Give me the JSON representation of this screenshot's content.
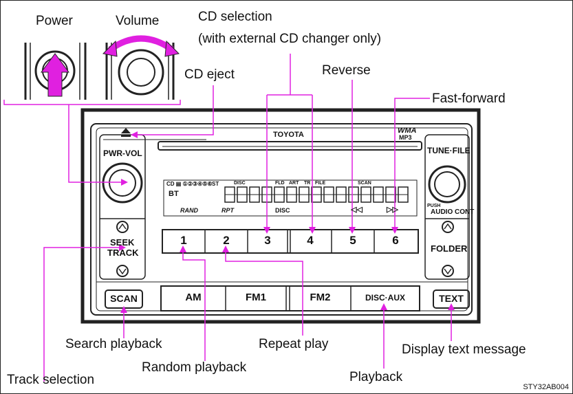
{
  "callouts": {
    "power": "Power",
    "volume": "Volume",
    "cd_selection": "CD selection",
    "cd_selection_note": "(with external CD changer only)",
    "cd_eject": "CD eject",
    "reverse": "Reverse",
    "fast_forward": "Fast-forward",
    "search_playback": "Search playback",
    "random_playback": "Random playback",
    "repeat_play": "Repeat play",
    "display_text_message": "Display text message",
    "track_selection": "Track selection",
    "playback": "Playback"
  },
  "unit": {
    "brand": "TOYOTA",
    "wma": "WMA",
    "mp3": "MP3",
    "pwr_vol": "PWR-VOL",
    "tune_file": "TUNE·FILE",
    "push": "PUSH",
    "audio_cont": "AUDIO CONT",
    "seek": "SEEK",
    "track": "TRACK",
    "folder": "FOLDER",
    "presets": [
      "1",
      "2",
      "3",
      "4",
      "5",
      "6"
    ],
    "bottom_buttons": [
      "AM",
      "FM1",
      "FM2",
      "DISC·AUX"
    ],
    "scan": "SCAN",
    "text": "TEXT",
    "display": {
      "cd_indicators": "CD ▤ ①②③④⑤⑥",
      "bt": "BT",
      "st": "ST",
      "disc": "DISC",
      "fld": "FLD",
      "art": "ART",
      "tr": "TR",
      "file": "FILE",
      "scan": "SCAN",
      "rand": "RAND",
      "rpt": "RPT",
      "disc_sym": "DISC"
    }
  },
  "code": "STY32AB004",
  "colors": {
    "accent": "#e020e0",
    "ink": "#222222",
    "panel_fill": "#ffffff"
  }
}
